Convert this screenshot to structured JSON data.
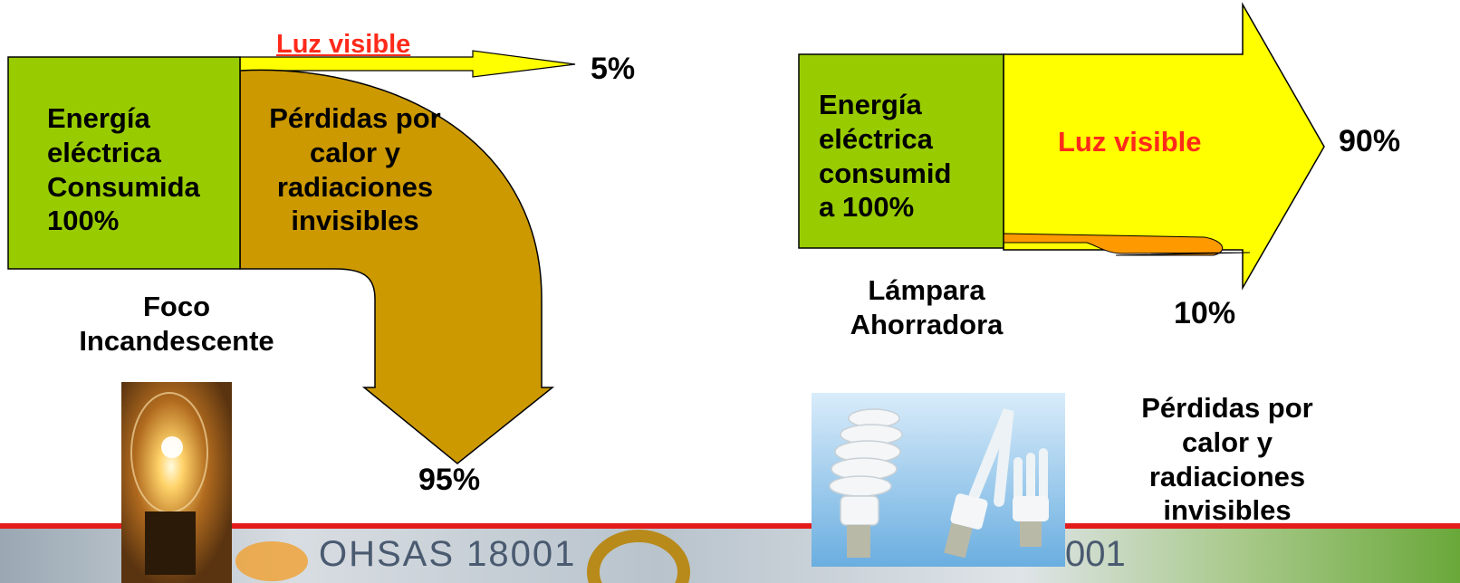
{
  "incandescent": {
    "source_box": [
      "Energía",
      "eléctrica",
      "Consumida",
      "100%"
    ],
    "visible_light_label": "Luz visible",
    "visible_light_percent": "5%",
    "loss_label": [
      "Pérdidas por",
      "calor y",
      "radiaciones",
      "invisibles"
    ],
    "loss_percent": "95%",
    "caption": [
      "Foco",
      "Incandescente"
    ]
  },
  "saver": {
    "source_box": [
      "Energía",
      "eléctrica",
      "consumid",
      "a 100%"
    ],
    "visible_light_label": "Luz visible",
    "visible_light_percent": "90%",
    "loss_percent": "10%",
    "loss_label": [
      "Pérdidas por",
      "calor y",
      "radiaciones",
      "invisibles"
    ],
    "caption": [
      "Lámpara",
      "Ahorradora"
    ]
  },
  "footer_banner": {
    "text": "OHSAS 18001",
    "text_right": "001"
  },
  "colors": {
    "box_green": "#99cc00",
    "loss_brown": "#cc9900",
    "light_yellow": "#ffff00",
    "loss_orange": "#ff9900",
    "red_label": "#ff2a1a",
    "banner_red": "#e41b1b"
  }
}
